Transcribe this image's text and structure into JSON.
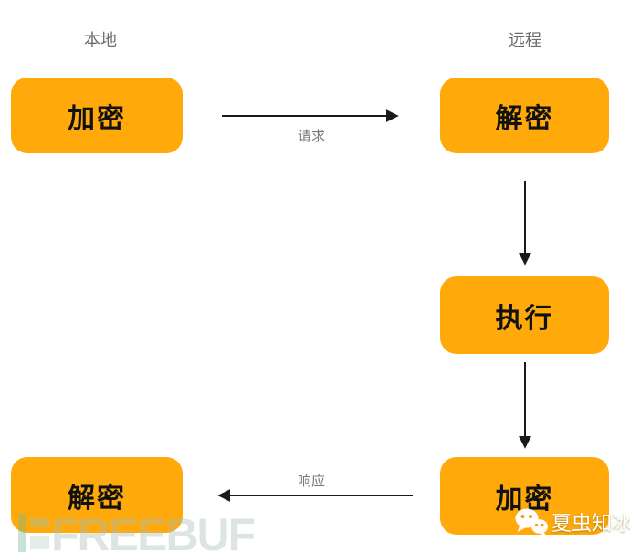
{
  "diagram": {
    "type": "flowchart",
    "columns": [
      {
        "id": "local",
        "label": "本地"
      },
      {
        "id": "remote",
        "label": "远程"
      }
    ],
    "nodes": [
      {
        "id": "local-encrypt",
        "column": "local",
        "label": "加密"
      },
      {
        "id": "remote-decrypt",
        "column": "remote",
        "label": "解密"
      },
      {
        "id": "remote-execute",
        "column": "remote",
        "label": "执行"
      },
      {
        "id": "remote-encrypt",
        "column": "remote",
        "label": "加密"
      },
      {
        "id": "local-decrypt",
        "column": "local",
        "label": "解密"
      }
    ],
    "edges": [
      {
        "from": "local-encrypt",
        "to": "remote-decrypt",
        "label": "请求"
      },
      {
        "from": "remote-decrypt",
        "to": "remote-execute",
        "label": ""
      },
      {
        "from": "remote-execute",
        "to": "remote-encrypt",
        "label": ""
      },
      {
        "from": "remote-encrypt",
        "to": "local-decrypt",
        "label": "响应"
      }
    ],
    "colors": {
      "node_fill": "#FFA90B",
      "node_text": "#111111",
      "arrow": "#1A1A1A",
      "muted_label": "#6B6B6B",
      "background": "#FFFFFF"
    }
  },
  "watermarks": {
    "freebuf_text": "FREEBUF",
    "wechat_name": "夏虫知冰"
  }
}
